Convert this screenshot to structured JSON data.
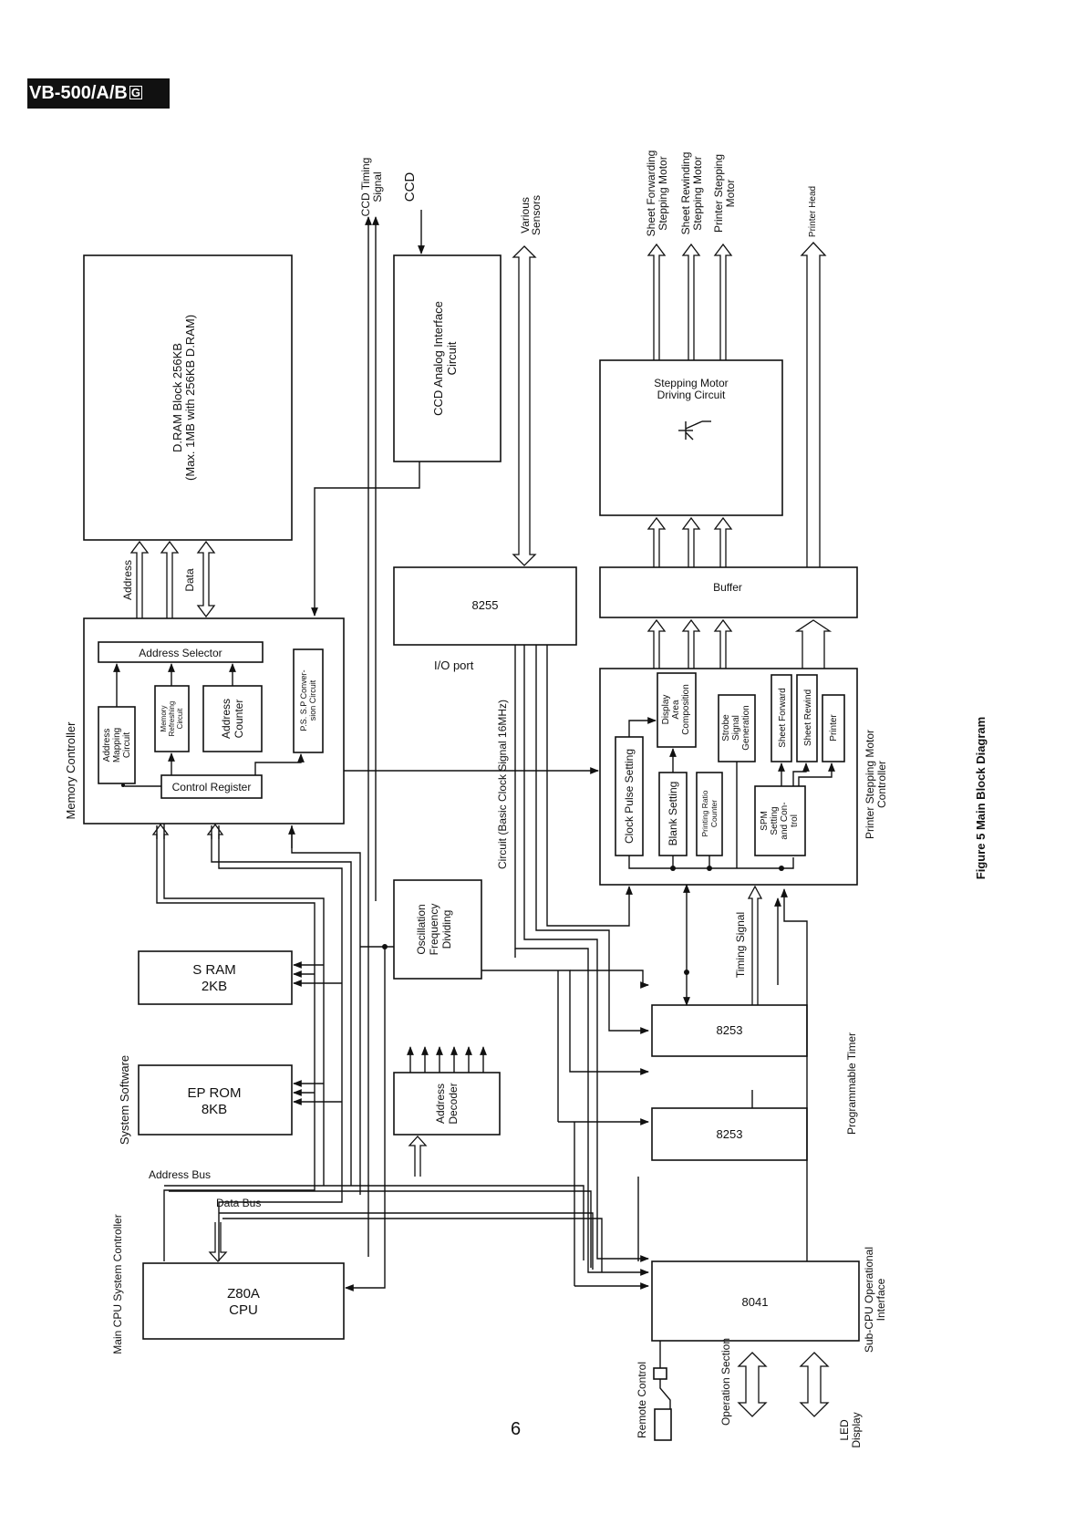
{
  "header": {
    "model": "VB-500/A/B",
    "region_mark": "G"
  },
  "page_number": "6",
  "figure_caption": "Figure 5  Main Block Diagram",
  "blocks": {
    "dram_line1": "D.RAM Block 256KB",
    "dram_line2": "(Max. 1MB with 256KB D.RAM)",
    "ccd_interface_line1": "CCD Analog Interface",
    "ccd_interface_line2": "Circuit",
    "stepping_driver_line1": "Stepping Motor",
    "stepping_driver_line2": "Driving Circuit",
    "ppi": "8255",
    "io_port": "I/O port",
    "buffer": "Buffer",
    "address_selector": "Address Selector",
    "address_mapping": [
      "Address",
      "Mapping",
      "Circuit"
    ],
    "memory_refreshing": [
      "Memory",
      "Refreshing",
      "Circuit"
    ],
    "address_counter": [
      "Address",
      "Counter"
    ],
    "ps_sp_conversion": [
      "P.S. S.P Conver-",
      "sion Circuit"
    ],
    "control_register": "Control Register",
    "memory_controller": "Memory Controller",
    "display_area": [
      "Display",
      "Area",
      "Composition"
    ],
    "strobe_signal": [
      "Strobe",
      "Signal",
      "Generation"
    ],
    "sheet_forward": "Sheet Forward",
    "sheet_rewind": "Sheet Rewind",
    "printer": "Printer",
    "clock_pulse": "Clock Pulse Setting",
    "blank_setting": "Blank Setting",
    "printing_ratio": [
      "Printing Ratio",
      "Counter"
    ],
    "spm_setting": [
      "SPM",
      "Setting",
      "and Con-",
      "trol"
    ],
    "printer_controller": [
      "Printer Stepping Motor",
      "Controller"
    ],
    "oscillation": [
      "Oscillation",
      "Frequency",
      "Dividing"
    ],
    "sram_line1": "S RAM",
    "sram_line2": "2KB",
    "eprom_line1": "EP ROM",
    "eprom_line2": "8KB",
    "system_software": "System Software",
    "address_decoder": [
      "Address",
      "Decoder"
    ],
    "timer1": "8253",
    "timer2": "8253",
    "programmable_timer": "Programmable Timer",
    "cpu_line1": "Z80A",
    "cpu_line2": "CPU",
    "main_cpu": "Main CPU System Controller",
    "subcpu": "8041",
    "subcpu_label": [
      "Sub-CPU Operational",
      "Interface"
    ]
  },
  "signals": {
    "ccd_timing": [
      "CCD Timing",
      "Signal"
    ],
    "ccd": "CCD",
    "various_sensors": [
      "Various",
      "Sensors"
    ],
    "sheet_forwarding_motor": [
      "Sheet Forwarding",
      "Stepping Motor"
    ],
    "sheet_rewinding_motor": [
      "Sheet Rewinding",
      "Stepping Motor"
    ],
    "printer_stepping_motor": [
      "Printer Stepping",
      "Motor"
    ],
    "printer_head": "Printer Head",
    "address": "Address",
    "data": "Data",
    "basic_clock": "Circuit (Basic Clock Signal 16MHz)",
    "timing_signal": "Timing Signal",
    "address_bus": "Address Bus",
    "data_bus": "Data Bus",
    "remote_control": "Remote Control",
    "operation_section": "Operation Section",
    "led_display": [
      "LED",
      "Display"
    ]
  }
}
